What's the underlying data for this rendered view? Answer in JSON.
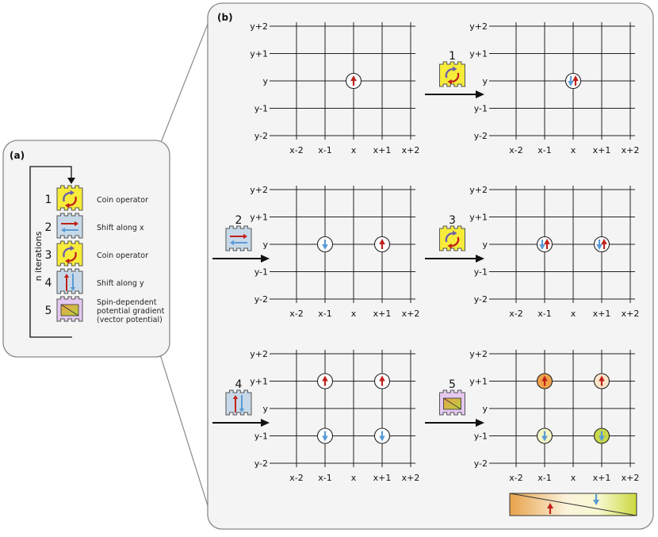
{
  "panel_a": {
    "label": "(a)",
    "loop_label": "n iterations",
    "steps": [
      {
        "num": "1",
        "type": "coin",
        "desc": [
          "Coin operator"
        ]
      },
      {
        "num": "2",
        "type": "shiftx",
        "desc": [
          "Shift along x"
        ]
      },
      {
        "num": "3",
        "type": "coin",
        "desc": [
          "Coin operator"
        ]
      },
      {
        "num": "4",
        "type": "shifty",
        "desc": [
          "Shift along y"
        ]
      },
      {
        "num": "5",
        "type": "gradient",
        "desc": [
          "Spin-dependent",
          "potential gradient",
          "(vector potential)"
        ]
      }
    ]
  },
  "panel_b": {
    "label": "(b)",
    "x_ticks": [
      "x-2",
      "x-1",
      "x",
      "x+1",
      "x+2"
    ],
    "y_ticks": [
      "y+2",
      "y+1",
      "y",
      "y-1",
      "y-2"
    ],
    "grids": [
      {
        "id": "g0",
        "nodes": [
          {
            "xi": 2,
            "yi": 2,
            "spins": [
              "up"
            ],
            "fill": "#ffffff"
          }
        ]
      },
      {
        "id": "g1",
        "nodes": [
          {
            "xi": 2,
            "yi": 2,
            "spins": [
              "down",
              "up"
            ],
            "fill": "#ffffff"
          }
        ]
      },
      {
        "id": "g2",
        "nodes": [
          {
            "xi": 1,
            "yi": 2,
            "spins": [
              "down"
            ],
            "fill": "#ffffff"
          },
          {
            "xi": 3,
            "yi": 2,
            "spins": [
              "up"
            ],
            "fill": "#ffffff"
          }
        ]
      },
      {
        "id": "g3",
        "nodes": [
          {
            "xi": 1,
            "yi": 2,
            "spins": [
              "down",
              "up"
            ],
            "fill": "#ffffff"
          },
          {
            "xi": 3,
            "yi": 2,
            "spins": [
              "down",
              "up"
            ],
            "fill": "#ffffff"
          }
        ]
      },
      {
        "id": "g4",
        "nodes": [
          {
            "xi": 1,
            "yi": 1,
            "spins": [
              "up"
            ],
            "fill": "#ffffff"
          },
          {
            "xi": 3,
            "yi": 1,
            "spins": [
              "up"
            ],
            "fill": "#ffffff"
          },
          {
            "xi": 1,
            "yi": 3,
            "spins": [
              "down"
            ],
            "fill": "#ffffff"
          },
          {
            "xi": 3,
            "yi": 3,
            "spins": [
              "down"
            ],
            "fill": "#ffffff"
          }
        ]
      },
      {
        "id": "g5",
        "nodes": [
          {
            "xi": 1,
            "yi": 1,
            "spins": [
              "up"
            ],
            "fill": "#f0a24a"
          },
          {
            "xi": 3,
            "yi": 1,
            "spins": [
              "up"
            ],
            "fill": "#fbe6c8"
          },
          {
            "xi": 1,
            "yi": 3,
            "spins": [
              "down"
            ],
            "fill": "#f4f6c8"
          },
          {
            "xi": 3,
            "yi": 3,
            "spins": [
              "down"
            ],
            "fill": "#c9d84a"
          }
        ]
      }
    ],
    "transitions": [
      {
        "num": "1",
        "type": "coin"
      },
      {
        "num": "2",
        "type": "shiftx"
      },
      {
        "num": "3",
        "type": "coin"
      },
      {
        "num": "4",
        "type": "shifty"
      },
      {
        "num": "5",
        "type": "gradient"
      }
    ]
  },
  "colors": {
    "coin_fill": "#f7ec3a",
    "shift_fill": "#c7d9e8",
    "gradient_fill": "#e5c9f0",
    "spin_up": "#c0211a",
    "spin_down": "#5b9bd5",
    "panel_border": "#888888"
  }
}
